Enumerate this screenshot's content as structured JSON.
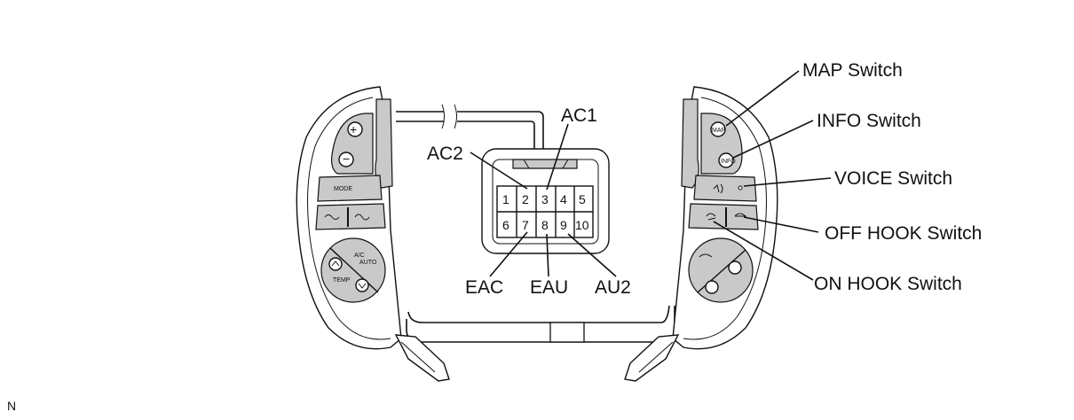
{
  "pins": {
    "top_row": [
      "1",
      "2",
      "3",
      "4",
      "5"
    ],
    "bottom_row": [
      "6",
      "7",
      "8",
      "9",
      "10"
    ]
  },
  "terminal_labels": {
    "ac1": "AC1",
    "ac2": "AC2",
    "eac": "EAC",
    "eau": "EAU",
    "au2": "AU2"
  },
  "switch_labels": {
    "map": "MAP Switch",
    "info": "INFO Switch",
    "voice": "VOICE Switch",
    "off_hook": "OFF HOOK Switch",
    "on_hook": "ON HOOK Switch"
  },
  "left_pad_text": {
    "mode": "MODE",
    "ac": "A/C",
    "auto": "AUTO",
    "temp": "TEMP"
  },
  "right_pad_text": {
    "map": "MAP",
    "info": "INFO"
  },
  "footer": "N"
}
